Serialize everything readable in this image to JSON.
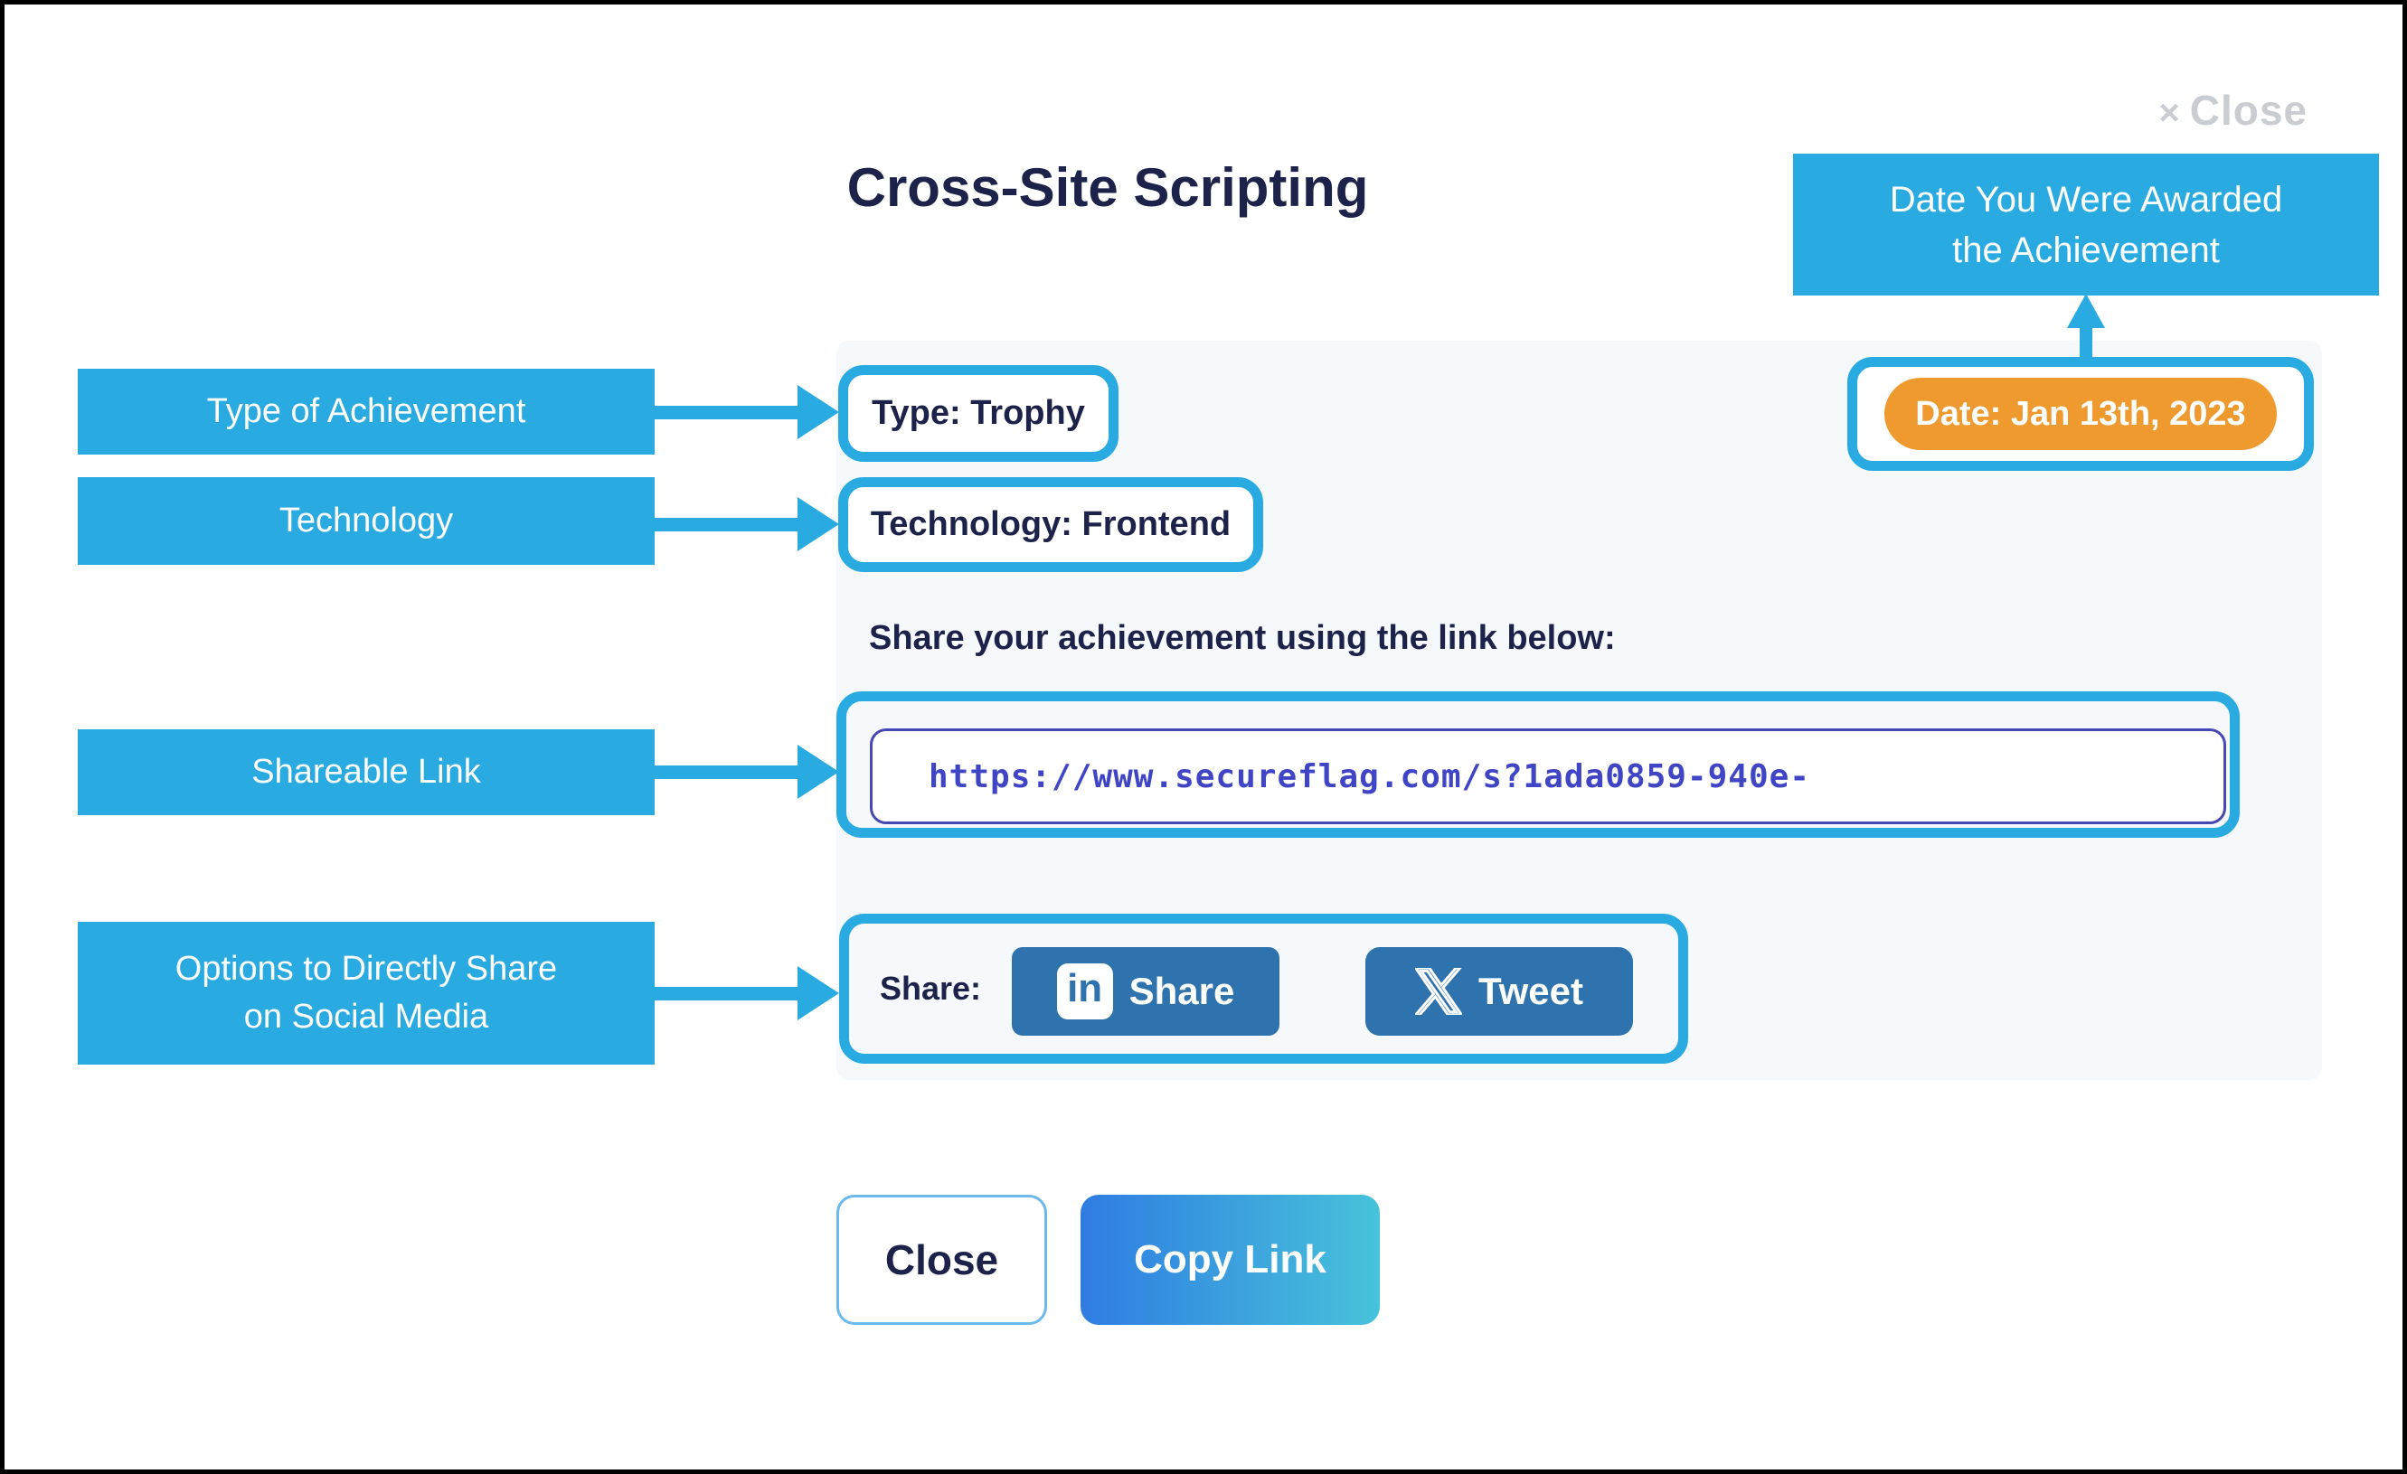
{
  "modal": {
    "title": "Cross-Site Scripting",
    "close_icon": "×",
    "close_label": "Close",
    "type_badge": "Type: Trophy",
    "technology_badge": "Technology: Frontend",
    "date_badge": "Date: Jan 13th, 2023",
    "share_instruction": "Share your achievement using the link below:",
    "share_link": "https://www.secureflag.com/s?1ada0859-940e-",
    "share_label": "Share:",
    "linkedin_button": {
      "icon_text": "in",
      "label": "Share"
    },
    "tweet_button": {
      "label": "Tweet"
    },
    "close_button": "Close",
    "copy_link_button": "Copy Link"
  },
  "annotations": {
    "date": "Date You Were Awarded\nthe Achievement",
    "type": "Type of Achievement",
    "technology": "Technology",
    "link": "Shareable Link",
    "social": "Options to Directly Share\non Social Media"
  },
  "colors": {
    "annotation_blue": "#29abe2",
    "navy": "#1c2249",
    "orange": "#ee9a2e",
    "social_blue": "#2e73ad",
    "link_indigo": "#3f45c4",
    "link_border": "#4648b4",
    "panel_bg": "#f5f9fc",
    "gradient_start": "#2f7ce2",
    "gradient_end": "#47c3da",
    "close_border": "#6cb9ef",
    "muted_gray": "#c9ccd1"
  }
}
